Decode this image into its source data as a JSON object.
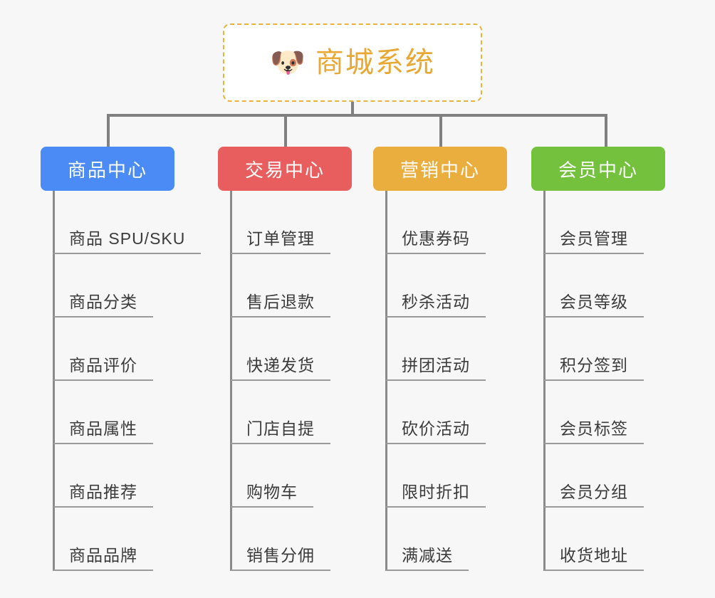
{
  "diagram": {
    "type": "mind-map",
    "background_color": "#f7f7f7",
    "root": {
      "icon": "shiba-dog-face-icon",
      "emoji": "🐶",
      "title": "商城系统",
      "border_color": "#e8b33c",
      "text_color": "#e8a833",
      "background_color": "#ffffff",
      "border_style": "dashed"
    },
    "connector_color": "#808080",
    "branches": [
      {
        "id": "product-center",
        "label": "商品中心",
        "color": "#4b8bf5",
        "items": [
          "商品 SPU/SKU",
          "商品分类",
          "商品评价",
          "商品属性",
          "商品推荐",
          "商品品牌"
        ]
      },
      {
        "id": "trade-center",
        "label": "交易中心",
        "color": "#e85d5d",
        "items": [
          "订单管理",
          "售后退款",
          "快递发货",
          "门店自提",
          "购物车",
          "销售分佣"
        ]
      },
      {
        "id": "marketing-center",
        "label": "营销中心",
        "color": "#eaae3f",
        "items": [
          "优惠券码",
          "秒杀活动",
          "拼团活动",
          "砍价活动",
          "限时折扣",
          "满减送"
        ]
      },
      {
        "id": "member-center",
        "label": "会员中心",
        "color": "#73c13d",
        "items": [
          "会员管理",
          "会员等级",
          "积分签到",
          "会员标签",
          "会员分组",
          "收货地址"
        ]
      }
    ]
  }
}
